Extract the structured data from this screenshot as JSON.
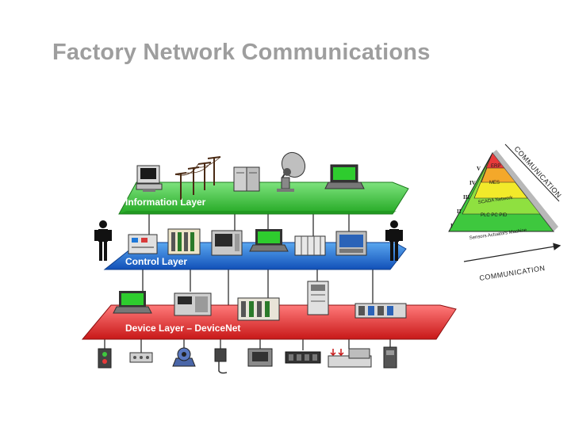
{
  "title": "Factory Network Communications",
  "layers": [
    {
      "label": "Information Layer",
      "color": "#3ec83e"
    },
    {
      "label": "Control Layer",
      "color": "#1f78d8"
    },
    {
      "label": "Device Layer – DeviceNet",
      "color": "#e83a3a"
    }
  ],
  "pyramid": {
    "levels": [
      "ERP",
      "MES",
      "SCADA Network",
      "PLC   PC   PID",
      "Sensors   Actuators   Machine"
    ],
    "roman": [
      "V",
      "IV",
      "III",
      "II",
      "I"
    ],
    "comm_top": "COMMUNICATION",
    "comm_bottom": "COMMUNICATION"
  }
}
